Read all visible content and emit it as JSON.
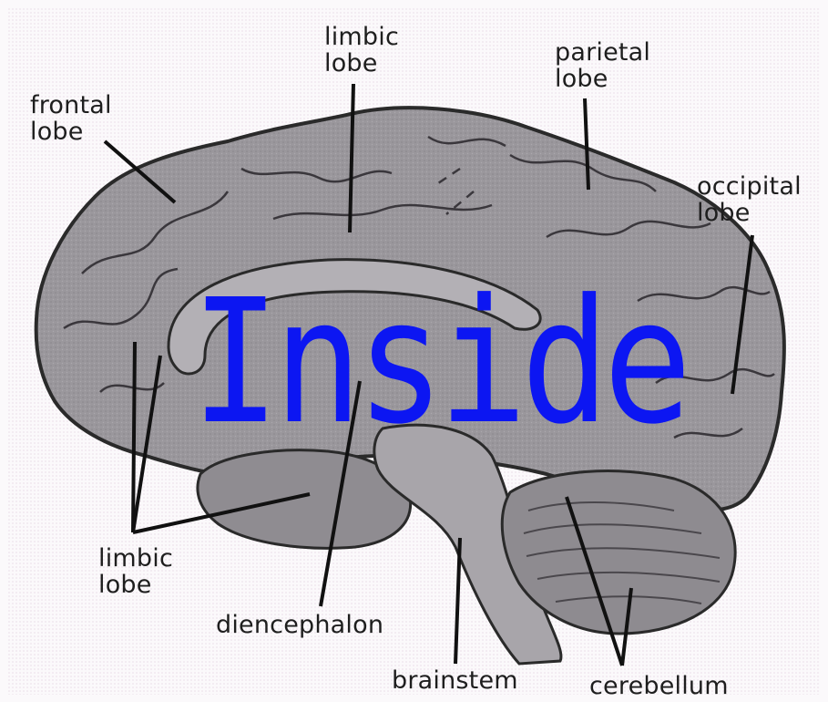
{
  "diagram": {
    "overlay_text": "Inside",
    "overlay_color": "#0c16f2",
    "labels": {
      "limbic_top": "limbic\nlobe",
      "parietal": "parietal\nlobe",
      "frontal": "frontal\nlobe",
      "occipital": "occipital\nlobe",
      "limbic_bottom": "limbic\nlobe",
      "diencephalon": "diencephalon",
      "brainstem": "brainstem",
      "cerebellum": "cerebellum"
    }
  }
}
